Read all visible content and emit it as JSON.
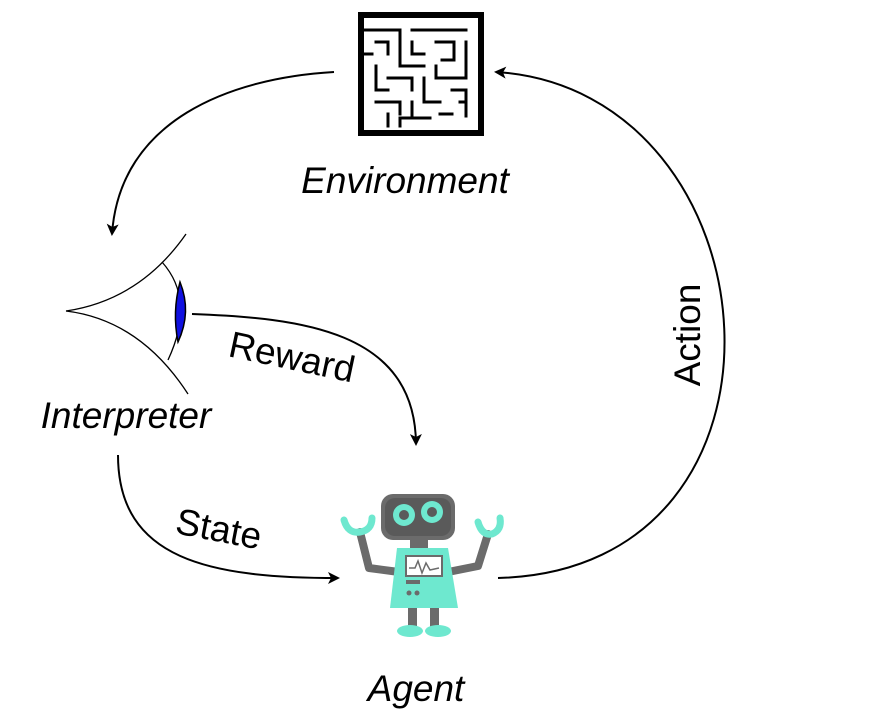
{
  "nodes": {
    "environment": {
      "label": "Environment",
      "icon": "maze-icon"
    },
    "interpreter": {
      "label": "Interpreter",
      "icon": "eye-icon"
    },
    "agent": {
      "label": "Agent",
      "icon": "robot-icon"
    }
  },
  "edges": {
    "reward": {
      "label": "Reward"
    },
    "state": {
      "label": "State"
    },
    "action": {
      "label": "Action"
    },
    "observe": {
      "label": ""
    }
  },
  "colors": {
    "robot_teal": "#6ee8cf",
    "robot_gray": "#6b6b6b",
    "eye_iris": "#1010e0"
  }
}
